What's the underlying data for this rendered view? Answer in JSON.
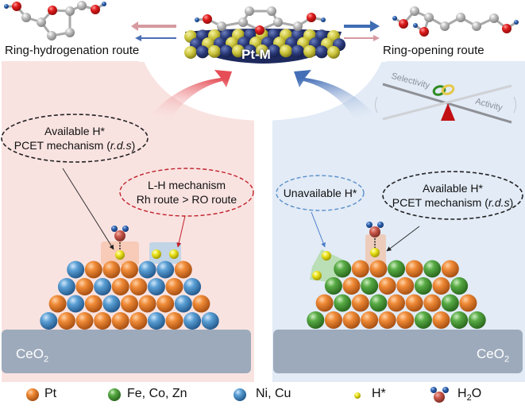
{
  "center": {
    "catalyst_label": "Pt-M"
  },
  "routes": {
    "left_title": "Ring-hydrogenation route",
    "right_title": "Ring-opening route"
  },
  "balance": {
    "left_word": "Selectivity",
    "right_word": "Activity"
  },
  "left_panel": {
    "support_label": "CeO",
    "support_sub": "2",
    "bubble_black": {
      "line1": "Available H*",
      "line2_prefix": "PCET mechanism (",
      "line2_italic": "r.d.s",
      "line2_suffix": ")"
    },
    "bubble_red": {
      "line1": "L-H mechanism",
      "line2": "Rh route  > RO route"
    },
    "rows": [
      [
        "B",
        "O",
        "O",
        "O",
        "B",
        "B",
        "O"
      ],
      [
        "B",
        "O",
        "B",
        "O",
        "O",
        "B",
        "O",
        "B"
      ],
      [
        "O",
        "B",
        "O",
        "B",
        "O",
        "O",
        "O",
        "B",
        "O"
      ],
      [
        "B",
        "O",
        "O",
        "O",
        "O",
        "O",
        "B",
        "O",
        "B",
        "B"
      ]
    ]
  },
  "right_panel": {
    "support_label": "CeO",
    "support_sub": "2",
    "bubble_blue": {
      "line1": "Unavailable H*"
    },
    "bubble_black": {
      "line1": "Available H*",
      "line2_prefix": "PCET mechanism (",
      "line2_italic": "r.d.s",
      "line2_suffix": ")"
    },
    "rows": [
      [
        "G",
        "O",
        "O",
        "G",
        "O",
        "G",
        "O"
      ],
      [
        "G",
        "O",
        "G",
        "O",
        "O",
        "G",
        "O",
        "G"
      ],
      [
        "O",
        "G",
        "O",
        "G",
        "O",
        "O",
        "O",
        "G",
        "O"
      ],
      [
        "G",
        "O",
        "O",
        "O",
        "O",
        "O",
        "G",
        "O",
        "G",
        "G"
      ]
    ]
  },
  "legend": [
    {
      "icon": "pt-sphere",
      "label": "Pt"
    },
    {
      "icon": "fe-co-zn-sphere",
      "label": "Fe, Co, Zn"
    },
    {
      "icon": "ni-cu-sphere",
      "label": "Ni, Cu"
    },
    {
      "icon": "h-adsorbed-sphere",
      "label": "H*"
    },
    {
      "icon": "water-molecule",
      "label_main": "H",
      "label_sub": "2",
      "label_end": "O"
    }
  ],
  "colors": {
    "pt": "#e07a2a",
    "fe_co_zn": "#4fa33b",
    "ni_cu": "#4f93c8",
    "h_star": "#e8e21a",
    "oxygen": "#d9201f",
    "hydrogen": "#2b5fa8",
    "carbon": "#b8b8b8",
    "left_bg": "#f9e3e1",
    "right_bg": "#e2ebf6",
    "support": "#9daabb",
    "red_arrow": "#c98a8f",
    "blue_arrow": "#3f6db3"
  }
}
